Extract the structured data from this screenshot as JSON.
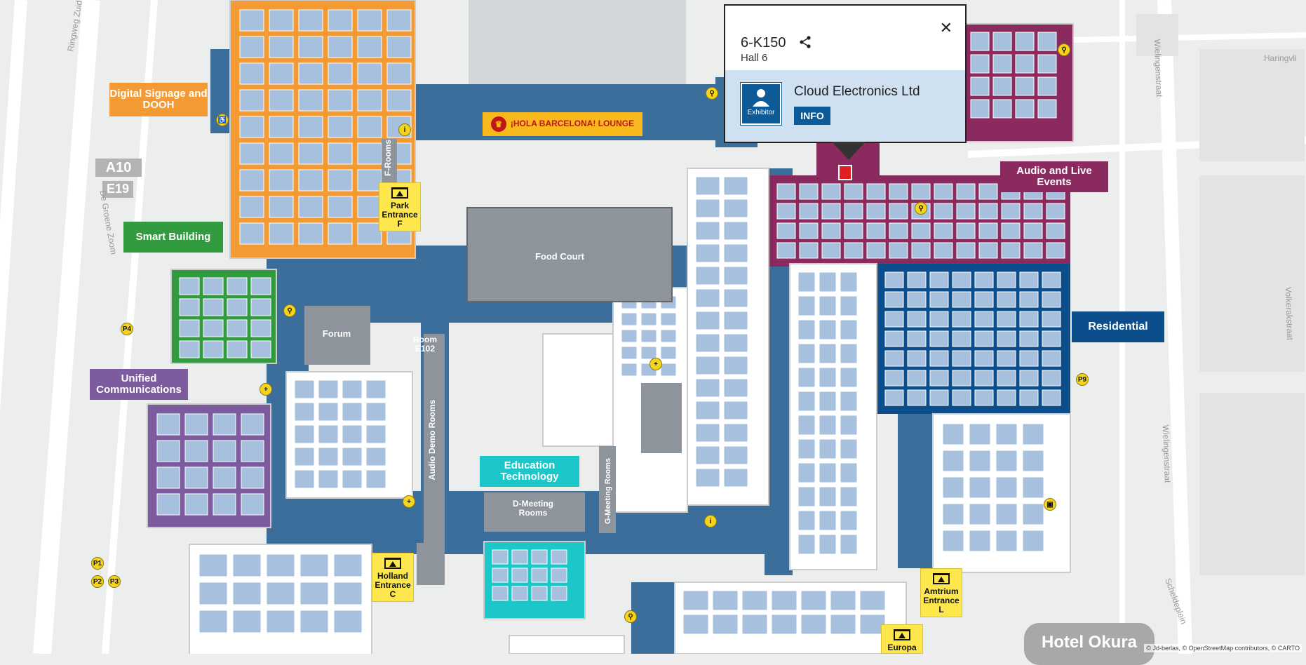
{
  "popup": {
    "booth": "6-K150",
    "hall": "Hall 6",
    "exhibitor_badge": "Exhibitor",
    "exhibitor_name": "Cloud Electronics Ltd",
    "info_label": "INFO",
    "close_label": "✕"
  },
  "zones": {
    "digital_signage": "Digital Signage and DOOH",
    "smart_building": "Smart Building",
    "unified_comms": "Unified Communications",
    "education": "Education Technology",
    "audio_live": "Audio and Live Events",
    "residential": "Residential",
    "hola": "¡HOLA BARCELONA! LOUNGE"
  },
  "rooms": {
    "food_court": "Food Court",
    "forum": "Forum",
    "room_e102": "Room E102",
    "f_rooms": "F-Rooms",
    "audio_demo": "Audio Demo Rooms",
    "d_meeting": "D-Meeting Rooms",
    "g_meeting": "G-Meeting Rooms"
  },
  "entrances": {
    "park": "Park Entrance F",
    "holland": "Holland Entrance C",
    "amtrium": "Amtrium Entrance L",
    "europa": "Europa"
  },
  "parking": [
    "P1",
    "P2",
    "P3",
    "P4",
    "P9"
  ],
  "roads": {
    "a10": "A10",
    "e19": "E19",
    "ringweg_zuid": "Ringweg Zuid",
    "de_groene_zoom": "De Groene Zoom",
    "wielingenstraat": "Wielingenstraat",
    "haringvliet": "Haringvli",
    "volkerakstraat": "Volkerakstraat",
    "schelde": "Scheldeplein"
  },
  "hotel": "Hotel Okura",
  "attribution": "© Jd-berlas, © OpenStreetMap contributors, © CARTO",
  "colors": {
    "hall_blue": "#3c6e9c",
    "booth": "#a7c0de",
    "orange": "#f39a34",
    "purple": "#7c5b9e",
    "green": "#339b3f",
    "plum": "#8b2a5e",
    "navy": "#0c4d8c",
    "teal": "#1cc7c9",
    "gray": "#8d949b",
    "yellow": "#fde74c",
    "selected": "#e02020"
  }
}
